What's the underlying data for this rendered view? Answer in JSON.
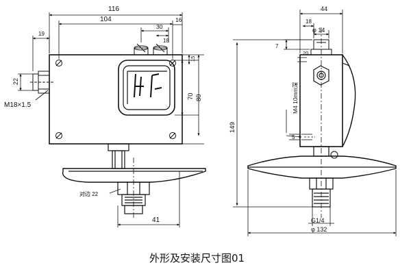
{
  "caption": "外形及安装尺寸图01",
  "front_view": {
    "dim_116": "116",
    "dim_104": "104",
    "dim_30": "30",
    "dim_16": "16",
    "dim_18": "18",
    "dim_19": "19",
    "dim_22": "22",
    "dim_70": "70",
    "dim_80": "80",
    "dim_15": "15",
    "dim_41": "41",
    "thread_label": "M18×1.5",
    "flats_label": "对边 22"
  },
  "side_view": {
    "dim_44": "44",
    "dim_18": "18",
    "dim_phi14": "φ 14",
    "dim_7": "7",
    "dim_149": "149",
    "dim_20": "20",
    "mount_label": "M4 10mm深",
    "dim_5": "5",
    "thread_label": "G1/4",
    "dim_phi132": "φ 132"
  }
}
